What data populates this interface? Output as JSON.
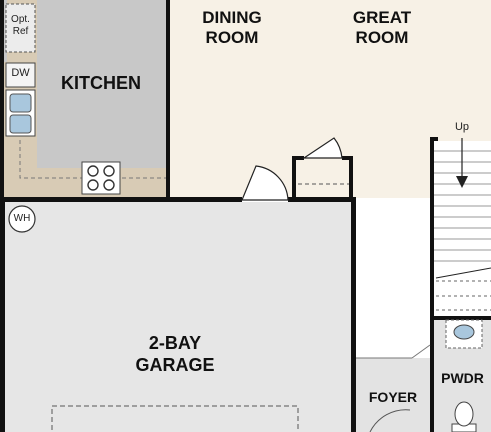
{
  "rooms": {
    "dining": [
      "DINING",
      "ROOM"
    ],
    "great": [
      "GREAT",
      "ROOM"
    ],
    "kitchen": "KITCHEN",
    "garage": [
      "2-BAY",
      "GARAGE"
    ],
    "foyer": "FOYER",
    "powder": "PWDR"
  },
  "fixtures": {
    "fridge": [
      "Opt.",
      "Ref"
    ],
    "dishwasher": "DW",
    "water_heater": "WH",
    "stairs": "Up"
  },
  "colors": {
    "wall": "#111111",
    "floor_living": "#f7f1e6",
    "floor_kitchen": "#c8c8c8",
    "counter": "#d8cbb5",
    "garage": "#e6e6e6",
    "foyer": "#e3e3e3",
    "sink": "#a9c7dd"
  }
}
